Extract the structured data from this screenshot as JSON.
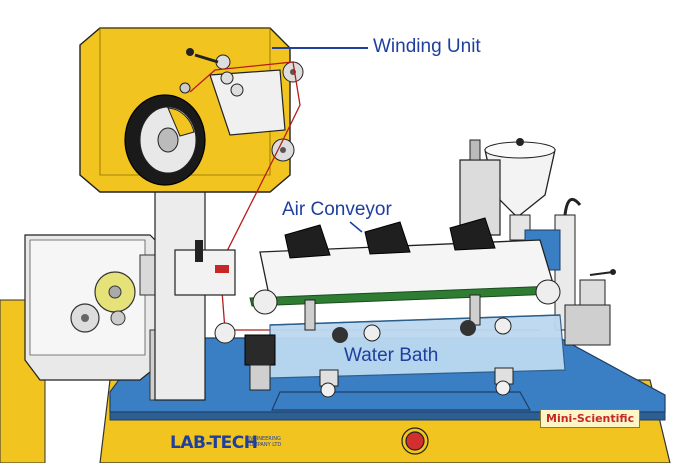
{
  "labels": {
    "winding_unit": "Winding Unit",
    "air_conveyor": "Air Conveyor",
    "water_bath": "Water Bath"
  },
  "branding": {
    "left_logo_main": "LAB-TECH",
    "left_logo_sub": "ENGINEERING COMPANY LTD",
    "right_logo": "Mini-Scientific"
  },
  "colors": {
    "machine_yellow": "#f2c420",
    "table_blue": "#3a7fc4",
    "callout_text": "#1f3f9e",
    "water": "#bcd9f0",
    "frame_grey": "#e6e6e6",
    "belt_green": "#2e7d32",
    "filament_red": "#b71c1c"
  }
}
